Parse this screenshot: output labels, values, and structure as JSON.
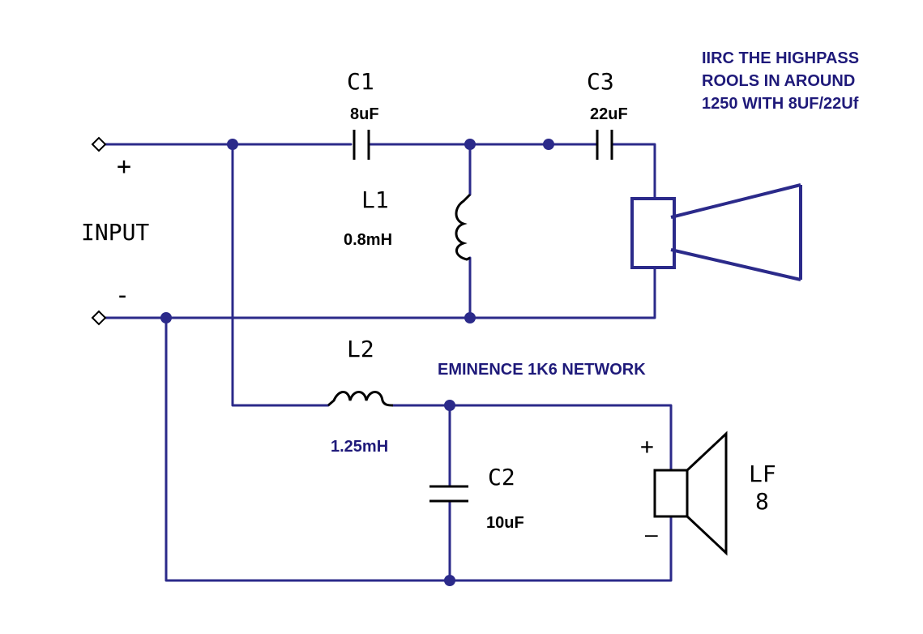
{
  "note": {
    "line1": "IIRC THE HIGHPASS",
    "line2": "ROOLS IN AROUND",
    "line3": "1250 WITH 8UF/22Uf"
  },
  "network_title": "EMINENCE 1K6 NETWORK",
  "input": {
    "label": "INPUT",
    "plus": "+",
    "minus": "-"
  },
  "components": {
    "c1": {
      "name": "C1",
      "value": "8uF"
    },
    "c3": {
      "name": "C3",
      "value": "22uF"
    },
    "l1": {
      "name": "L1",
      "value": "0.8mH"
    },
    "l2": {
      "name": "L2",
      "value": "1.25mH"
    },
    "c2": {
      "name": "C2",
      "value": "10uF"
    }
  },
  "lf_speaker": {
    "name": "LF",
    "impedance": "8",
    "plus": "+",
    "minus": "—"
  },
  "colors": {
    "wire": "#2b2a8a",
    "note_text": "#1f1a7a",
    "component": "#000000"
  }
}
